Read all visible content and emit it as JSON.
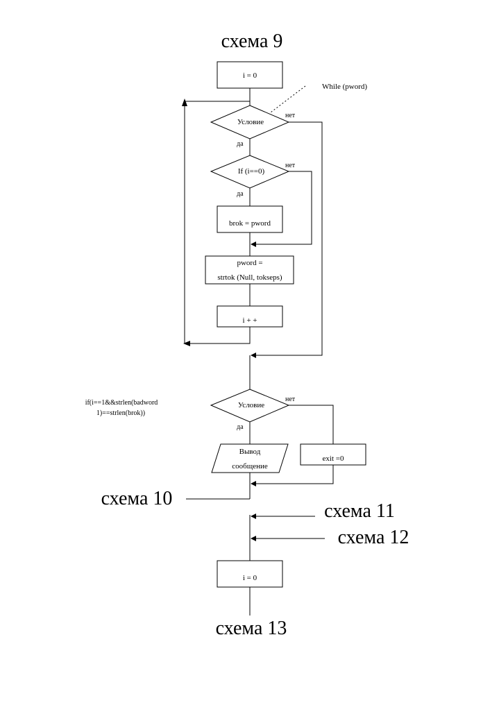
{
  "schemes": {
    "top": "схема 9",
    "left_exit": "схема 10",
    "entry_a": "схема 11",
    "entry_b": "схема 12",
    "bottom": "схема 13"
  },
  "blocks": {
    "init_i": "i = 0",
    "condition_1": "Условие",
    "if_i_zero": "If (i==0)",
    "assign_brok": "brok = pword",
    "pword_line1": "pword =",
    "pword_line2": "strtok (Null, tokseps)",
    "increment": "i + +",
    "condition_2": "Условие",
    "output_line1": "Вывод",
    "output_line2": "сообщение",
    "exit_assign": "exit =0",
    "final_init": "i = 0"
  },
  "labels": {
    "yes": "да",
    "no": "нет"
  },
  "comments": {
    "while": "While (pword)",
    "cond2_line1": "if(i==1&&strlen(badword",
    "cond2_line2": "1)==strlen(brok))"
  }
}
